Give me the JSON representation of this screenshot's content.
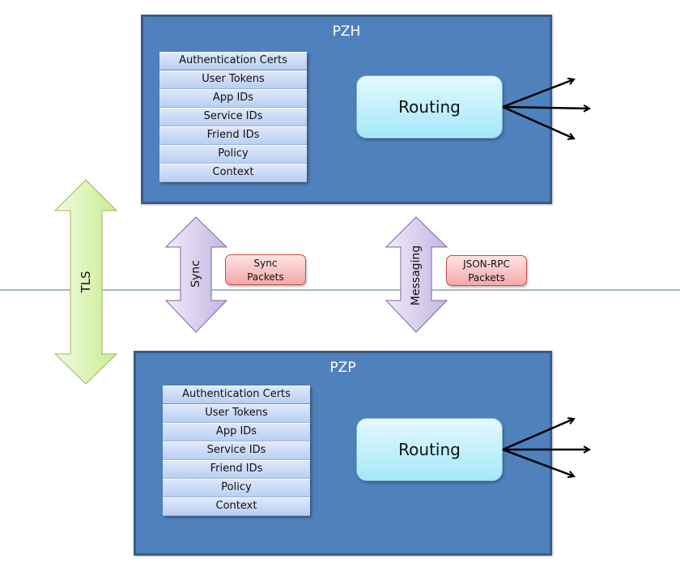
{
  "diagram": {
    "pzh": {
      "title": "PZH",
      "stack": [
        "Authentication Certs",
        "User Tokens",
        "App IDs",
        "Service IDs",
        "Friend IDs",
        "Policy",
        "Context"
      ],
      "routing_label": "Routing"
    },
    "pzp": {
      "title": "PZP",
      "stack": [
        "Authentication Certs",
        "User Tokens",
        "App IDs",
        "Service IDs",
        "Friend IDs",
        "Policy",
        "Context"
      ],
      "routing_label": "Routing"
    },
    "tls_label": "TLS",
    "sync_label": "Sync",
    "sync_packets": [
      "Sync",
      "Packets"
    ],
    "messaging_label": "Messaging",
    "jsonrpc_packets": [
      "JSON-RPC",
      "Packets"
    ]
  },
  "colors": {
    "zone_fill": "#4f81bd",
    "zone_border": "#385d8a",
    "tls_arrow": "#d7f4a8",
    "sync_arrow": "#d6cdec",
    "packet_fill": "#f4a9a8",
    "divider_line": "#4a7390"
  }
}
